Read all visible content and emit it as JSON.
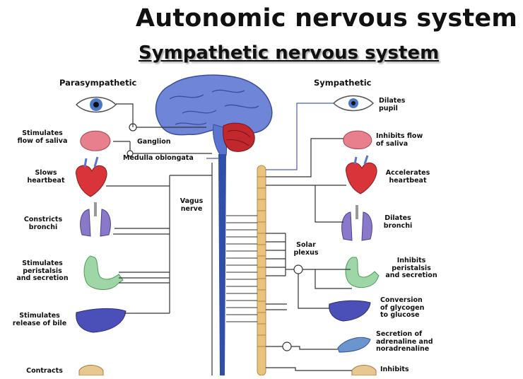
{
  "title": "Autonomic nervous system",
  "subtitle": "Sympathetic  nervous system",
  "diagram": {
    "parasympathetic_header": "Parasympathetic",
    "sympathetic_header": "Sympathetic",
    "structures": {
      "ganglion": "Ganglion",
      "medulla": "Medulla oblongata",
      "vagus": "Vagus\nnerve",
      "solar_plexus": "Solar\nplexus"
    },
    "parasympathetic_effects": [
      "Stimulates\nflow of saliva",
      "Slows\nheartbeat",
      "Constricts\nbronchi",
      "Stimulates\nperistalsis\nand secretion",
      "Stimulates\nrelease of bile",
      "Contracts"
    ],
    "sympathetic_effects": [
      "Dilates\npupil",
      "Inhibits flow\nof saliva",
      "Accelerates\nheartbeat",
      "Dilates\nbronchi",
      "Inhibits\nperistalsis\nand secretion",
      "Conversion\nof glycogen\nto glucose",
      "Secretion of\nadrenaline and\nnoradrenaline",
      "Inhibits"
    ],
    "colors": {
      "brain": "#6f86d8",
      "cerebellum": "#c0282e",
      "spinal_cord": "#2f4fa8",
      "sympathetic_chain": "#e9c27e",
      "heart": "#d8343a",
      "lungs": "#8a78c8",
      "stomach": "#9fd6a7",
      "liver": "#4b4fb8",
      "gland": "#6a95cf",
      "salivary_gland": "#e87f8c",
      "line": "#333333",
      "blue_line": "#4a5fb0"
    }
  }
}
